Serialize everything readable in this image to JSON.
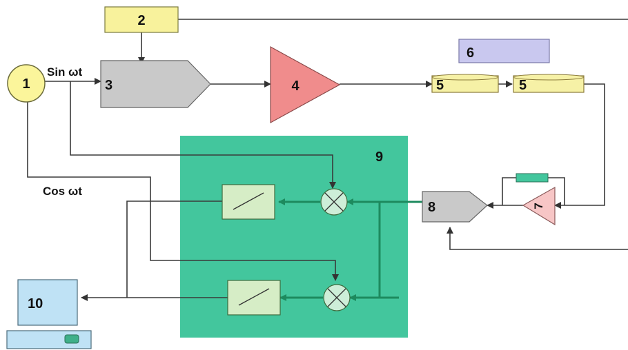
{
  "labels": {
    "source": "1",
    "block2": "2",
    "block3": "3",
    "amplifier": "4",
    "cell_a": "5",
    "cell_b": "5",
    "block6": "6",
    "preamp": "7",
    "block8": "8",
    "lockin_box": "9",
    "computer": "10",
    "sin_label": "Sin ωt",
    "cos_label": "Cos ωt"
  },
  "colors": {
    "source_fill": "#fbf59b",
    "block2_fill": "#f8f29c",
    "block3_fill": "#c9c9c9",
    "amplifier_fill": "#f08c8c",
    "cell_fill": "#f6f1a6",
    "block6_fill": "#c9c8ef",
    "preamp_fill": "#f7c6c6",
    "block8_fill": "#c9c9c9",
    "lockin_fill": "#43c69d",
    "filter_fill": "#d6edc6",
    "mixer_fill": "#cdeed8",
    "computer_fill": "#bfe2f5"
  }
}
